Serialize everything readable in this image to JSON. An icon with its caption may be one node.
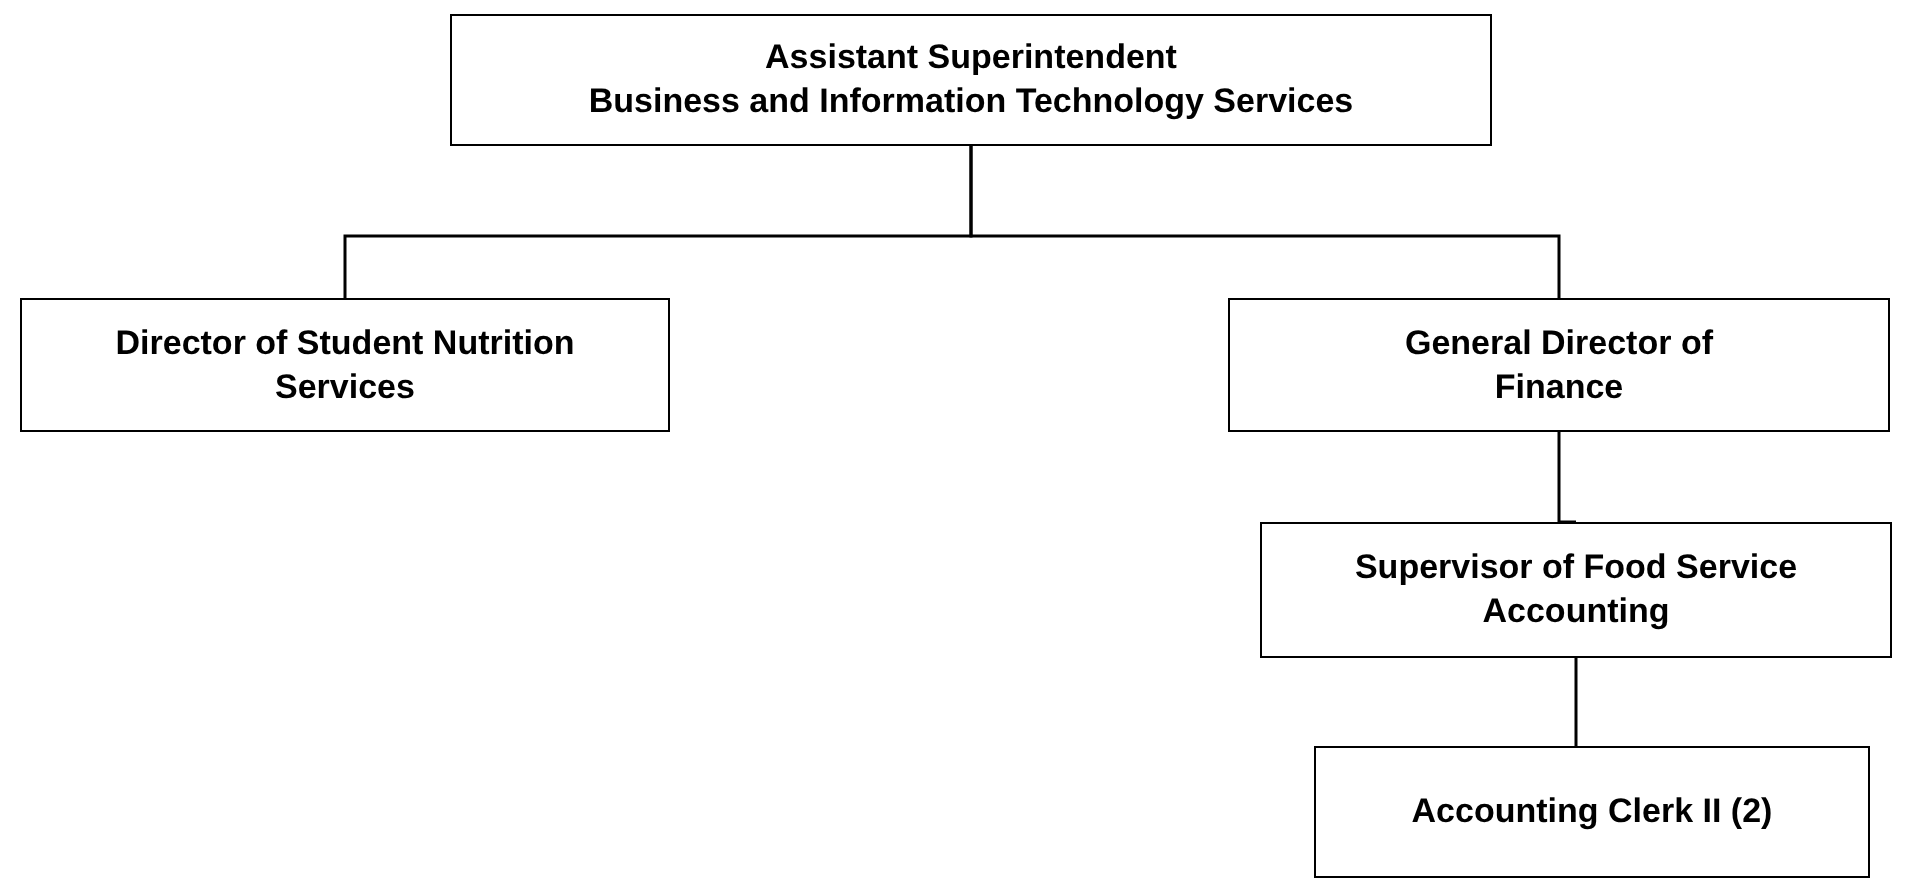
{
  "diagram": {
    "nodes": [
      {
        "text": [
          "Assistant Superintendent",
          "Business and Information Technology Services"
        ]
      },
      {
        "text": [
          "Director of Student Nutrition Services"
        ]
      },
      {
        "text": [
          "General Director of Finance"
        ]
      },
      {
        "text": [
          "Supervisor of Food Service Accounting"
        ]
      },
      {
        "text": [
          "Accounting Clerk II (2)"
        ]
      }
    ],
    "edges": [
      {
        "from": 0,
        "to": 1,
        "arrow": "none"
      },
      {
        "from": 0,
        "to": 2,
        "arrow": "none"
      },
      {
        "from": 2,
        "to": 3,
        "arrow": "none"
      },
      {
        "from": 3,
        "to": 4,
        "arrow": "none"
      }
    ]
  }
}
